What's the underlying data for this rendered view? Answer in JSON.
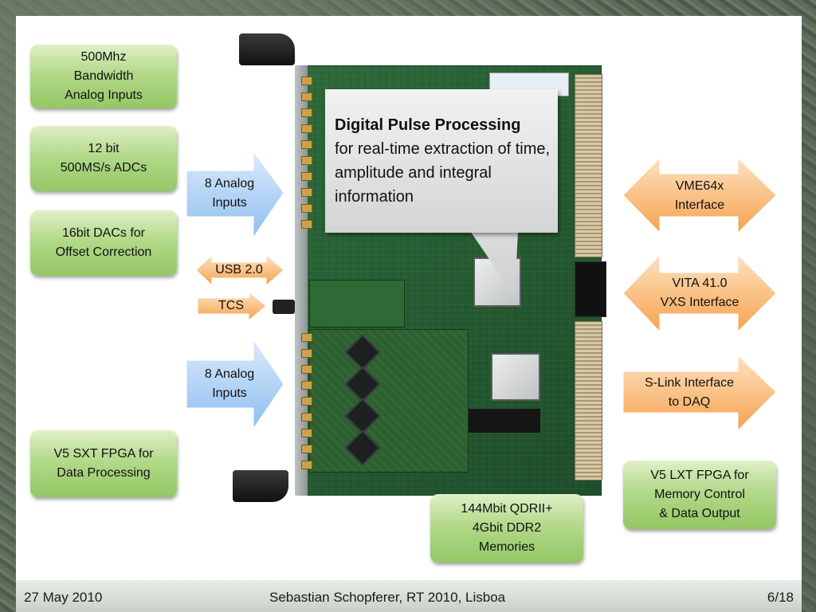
{
  "boxes": {
    "bandwidth": "500Mhz\nBandwidth\nAnalog Inputs",
    "adcs": "12 bit\n500MS/s ADCs",
    "dacs": "16bit DACs for\nOffset Correction",
    "v5sxt": "V5 SXT FPGA for\nData Processing",
    "memories": "144Mbit QDRII+\n4Gbit DDR2\nMemories",
    "v5lxt": "V5 LXT FPGA for\nMemory Control\n& Data Output"
  },
  "arrows": {
    "analog_top": "8 Analog\nInputs",
    "analog_bottom": "8 Analog\nInputs",
    "usb": "USB 2.0",
    "tcs": "TCS",
    "vme": "VME64x\nInterface",
    "vita": "VITA 41.0\nVXS Interface",
    "slink": "S-Link Interface\nto DAQ"
  },
  "callout": {
    "title": "Digital Pulse Processing",
    "body": "for real-time extraction of time, amplitude and integral information"
  },
  "footer": {
    "date": "27 May 2010",
    "author": "Sebastian Schopferer, RT 2010, Lisboa",
    "page": "6/18"
  },
  "colors": {
    "green_box": "#a5d17a",
    "blue_arrow": "#a9cdf0",
    "orange_arrow": "#f7b46a"
  }
}
